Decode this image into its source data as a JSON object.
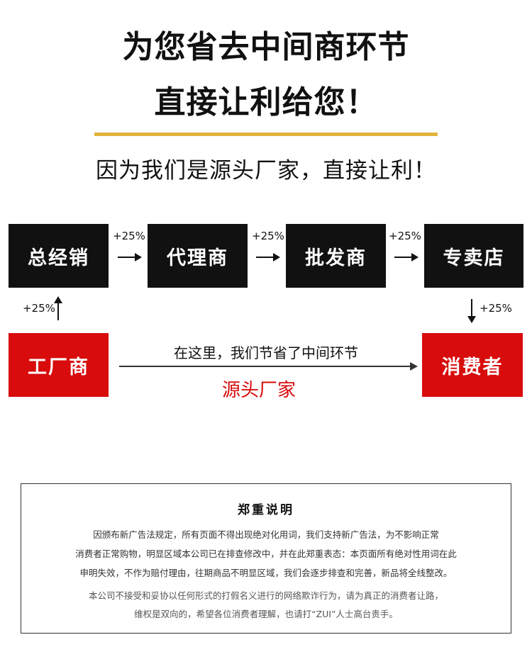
{
  "header": {
    "title_line1": "为您省去中间商环节",
    "title_line2": "直接让利给您！",
    "subtitle": "因为我们是源头厂家，直接让利！"
  },
  "colors": {
    "gold": "#e2b43a",
    "black": "#111111",
    "red": "#d80c0c"
  },
  "chain": {
    "boxes": [
      "总经销",
      "代理商",
      "批发商",
      "专卖店"
    ],
    "markups": [
      "+25%",
      "+25%",
      "+25%"
    ],
    "up_markup": "+25%",
    "down_markup": "+25%"
  },
  "direct": {
    "factory": "工厂商",
    "consumer": "消费者",
    "saving_text": "在这里，我们节省了中间环节",
    "source_text": "源头厂家"
  },
  "notice": {
    "title": "郑重说明",
    "lines": [
      "因颁布新广告法规定，所有页面不得出现绝对化用词，我们支持新广告法，为不影响正常",
      "消费者正常购物，明显区域本公司已在排查修改中，并在此郑重表态：本页面所有绝对性用词在此",
      "申明失效，不作为赔付理由，往期商品不明显区域，我们会逐步排查和完善，新品将全线整改。",
      "本公司不接受和妥协以任何形式的打假名义进行的网络欺诈行为，请为真正的消费者让路，",
      "维权是双向的，希望各位消费者理解，也请打“ZUI”人士高台贵手。"
    ]
  }
}
